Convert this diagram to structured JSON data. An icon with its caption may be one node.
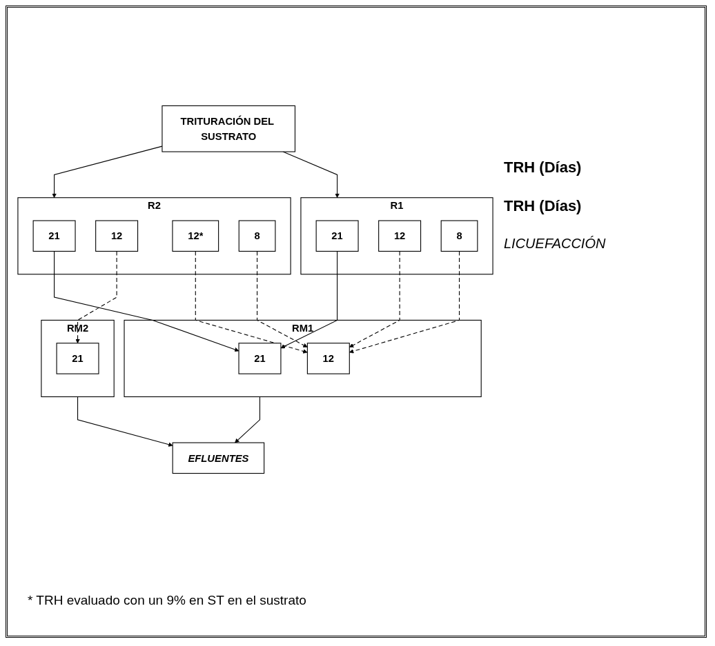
{
  "diagram": {
    "nodes": [
      {
        "text": [
          "TRITURACIÓN DEL SUSTRATO"
        ]
      },
      {
        "text": [
          "R2"
        ]
      },
      {
        "text": [
          "21"
        ],
        "in": 1
      },
      {
        "text": [
          "12"
        ],
        "in": 1
      },
      {
        "text": [
          "12*"
        ],
        "in": 1
      },
      {
        "text": [
          "8"
        ],
        "in": 1
      },
      {
        "text": [
          "R1"
        ]
      },
      {
        "text": [
          "21"
        ],
        "in": 6
      },
      {
        "text": [
          "12"
        ],
        "in": 6
      },
      {
        "text": [
          "8"
        ],
        "in": 6
      },
      {
        "text": [
          "RM1"
        ]
      },
      {
        "text": [
          "21"
        ],
        "in": 10
      },
      {
        "text": [
          "12"
        ],
        "in": 10
      },
      {
        "text": [
          "RM2"
        ]
      },
      {
        "text": [
          "21"
        ],
        "in": 13
      },
      {
        "text": [
          "EFLUENTES"
        ]
      }
    ],
    "edges": [
      {
        "from": 0,
        "to": 1,
        "arrow": "to"
      },
      {
        "from": 0,
        "to": 6,
        "arrow": "to"
      },
      {
        "from": 2,
        "to": 11,
        "arrow": "to"
      },
      {
        "from": 7,
        "to": 11,
        "arrow": "to"
      },
      {
        "from": 3,
        "to": 14,
        "arrow": "to",
        "style": "dashed"
      },
      {
        "from": 4,
        "to": 12,
        "arrow": "to",
        "style": "dashed"
      },
      {
        "from": 8,
        "to": 12,
        "arrow": "to",
        "style": "dashed"
      },
      {
        "from": 5,
        "to": 12,
        "arrow": "to",
        "style": "dashed"
      },
      {
        "from": 9,
        "to": 12,
        "arrow": "to",
        "style": "dashed"
      },
      {
        "from": 10,
        "to": 15,
        "arrow": "to"
      },
      {
        "from": 13,
        "to": 15,
        "arrow": "to"
      }
    ],
    "labels": [
      "TRH (Días)",
      "TRH (Días)",
      "LICUEFACCIÓN",
      "* TRH evaluado con un 9% en ST en el sustrato"
    ]
  }
}
